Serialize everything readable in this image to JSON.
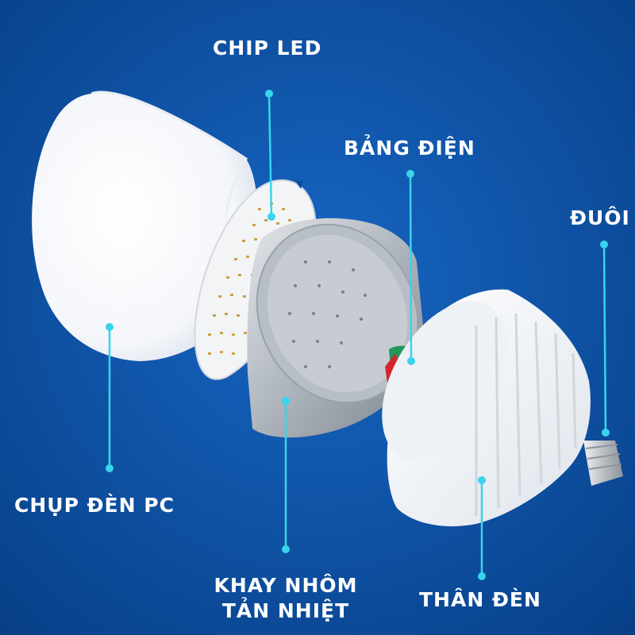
{
  "diagram": {
    "colors": {
      "background": "#0a4d9c",
      "pointer": "#38d4ec",
      "label_text": "#ffffff"
    },
    "labels": {
      "chip_led": "CHIP LED",
      "bang_dien": "BẢNG ĐIỆN",
      "duoi": "ĐUÔI",
      "chup_den_pc": "CHỤP ĐÈN PC",
      "khay_nhom_line1": "KHAY NHÔM",
      "khay_nhom_line2": "TẢN NHIỆT",
      "than_den": "THÂN ĐÈN"
    }
  }
}
